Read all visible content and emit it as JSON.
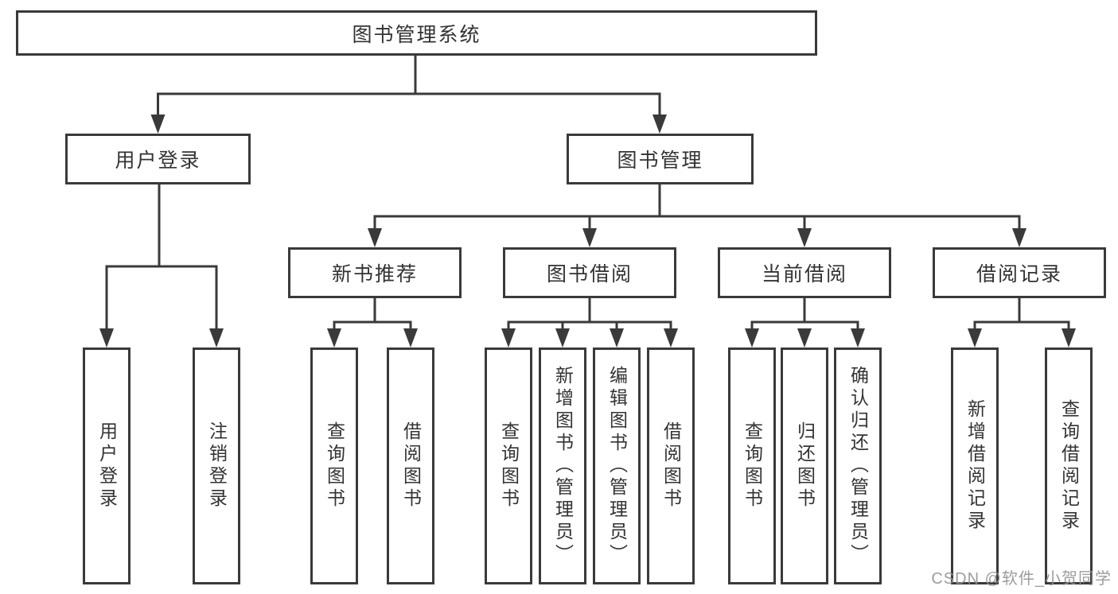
{
  "tree": {
    "root": "图书管理系统",
    "login_branch": {
      "label": "用户登录",
      "children": [
        "用户登录",
        "注销登录"
      ]
    },
    "mgmt_branch": {
      "label": "图书管理",
      "groups": [
        {
          "label": "新书推荐",
          "children": [
            "查询图书",
            "借阅图书"
          ]
        },
        {
          "label": "图书借阅",
          "children": [
            "查询图书",
            "新增图书（管理员）",
            "编辑图书（管理员）",
            "借阅图书"
          ]
        },
        {
          "label": "当前借阅",
          "children": [
            "查询图书",
            "归还图书",
            "确认归还（管理员）"
          ]
        },
        {
          "label": "借阅记录",
          "children": [
            "新增借阅记录",
            "查询借阅记录"
          ]
        }
      ]
    }
  },
  "watermark": "CSDN @软件_小贺同学",
  "colors": {
    "line": "#3a3a3a",
    "text": "#333333",
    "watermark": "#949494",
    "background": "#ffffff"
  }
}
